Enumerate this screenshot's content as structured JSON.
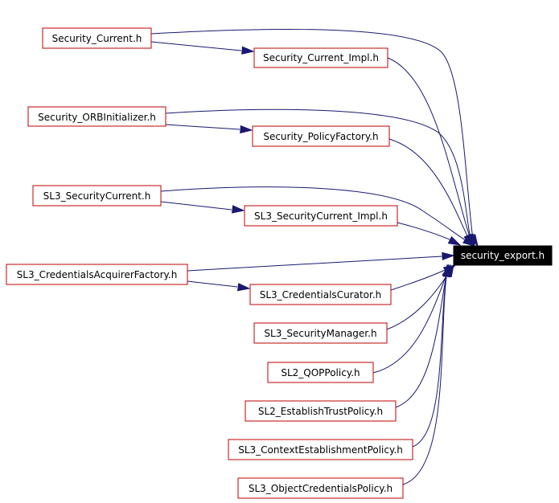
{
  "graph": {
    "target": "security_export.h",
    "files": [
      "Security_Current.h",
      "Security_Current_Impl.h",
      "Security_ORBInitializer.h",
      "Security_PolicyFactory.h",
      "SL3_SecurityCurrent.h",
      "SL3_SecurityCurrent_Impl.h",
      "SL3_CredentialsAcquirerFactory.h",
      "SL3_CredentialsCurator.h",
      "SL3_SecurityManager.h",
      "SL2_QOPPolicy.h",
      "SL2_EstablishTrustPolicy.h",
      "SL3_ContextEstablishmentPolicy.h",
      "SL3_ObjectCredentialsPolicy.h"
    ],
    "colors": {
      "node_border": "#c00000",
      "target_fill": "#000000",
      "target_text": "#ffffff",
      "edge": "#191970"
    }
  }
}
